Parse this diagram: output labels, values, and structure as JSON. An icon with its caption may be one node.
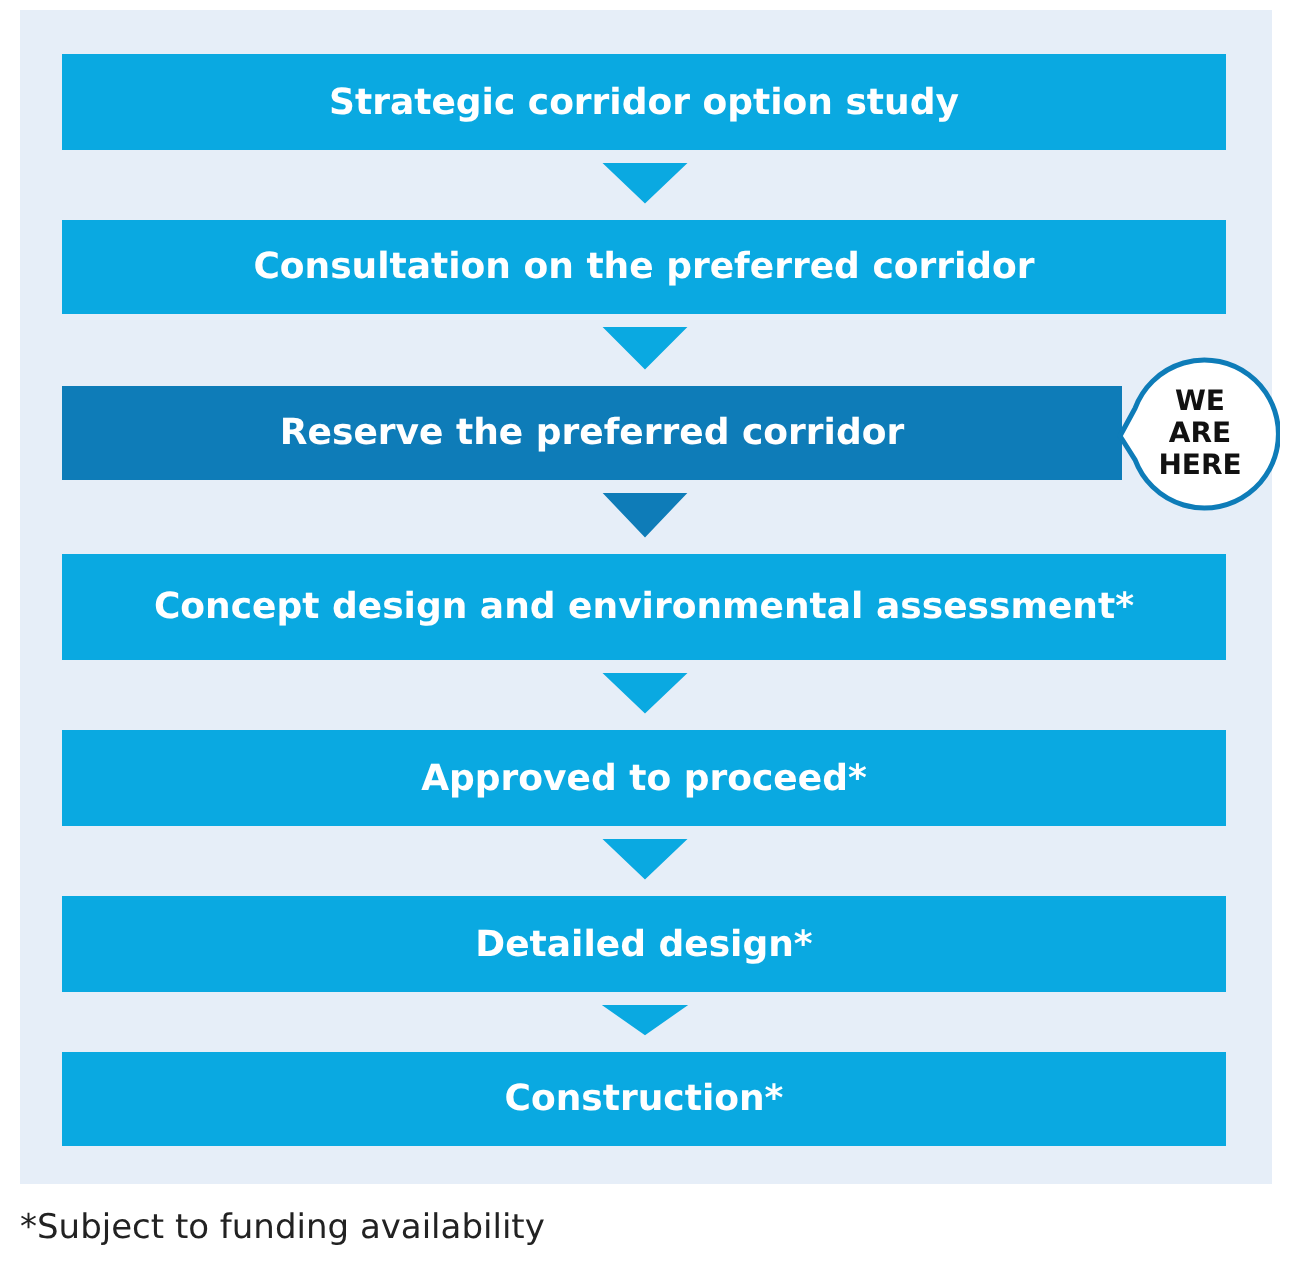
{
  "diagram": {
    "nodes": [
      {
        "text": [
          "Strategic corridor option study"
        ]
      },
      {
        "text": [
          "Consultation on the preferred corridor"
        ]
      },
      {
        "text": [
          "Reserve the preferred corridor"
        ]
      },
      {
        "text": [
          "WE ARE HERE"
        ]
      },
      {
        "text": [
          "Concept design and environmental assessment*"
        ]
      },
      {
        "text": [
          "Approved to proceed*"
        ]
      },
      {
        "text": [
          "Detailed design*"
        ]
      },
      {
        "text": [
          "Construction*"
        ]
      }
    ],
    "edges": [
      {
        "from": 0,
        "to": 1,
        "arrow": "to"
      },
      {
        "from": 1,
        "to": 2,
        "arrow": "to"
      },
      {
        "from": 2,
        "to": 4,
        "arrow": "to",
        "color": "#0e7cb8"
      },
      {
        "from": 4,
        "to": 5,
        "arrow": "to"
      },
      {
        "from": 5,
        "to": 6,
        "arrow": "to"
      },
      {
        "from": 6,
        "to": 7,
        "arrow": "to"
      }
    ],
    "labels": [
      "*Subject to funding availability"
    ]
  }
}
